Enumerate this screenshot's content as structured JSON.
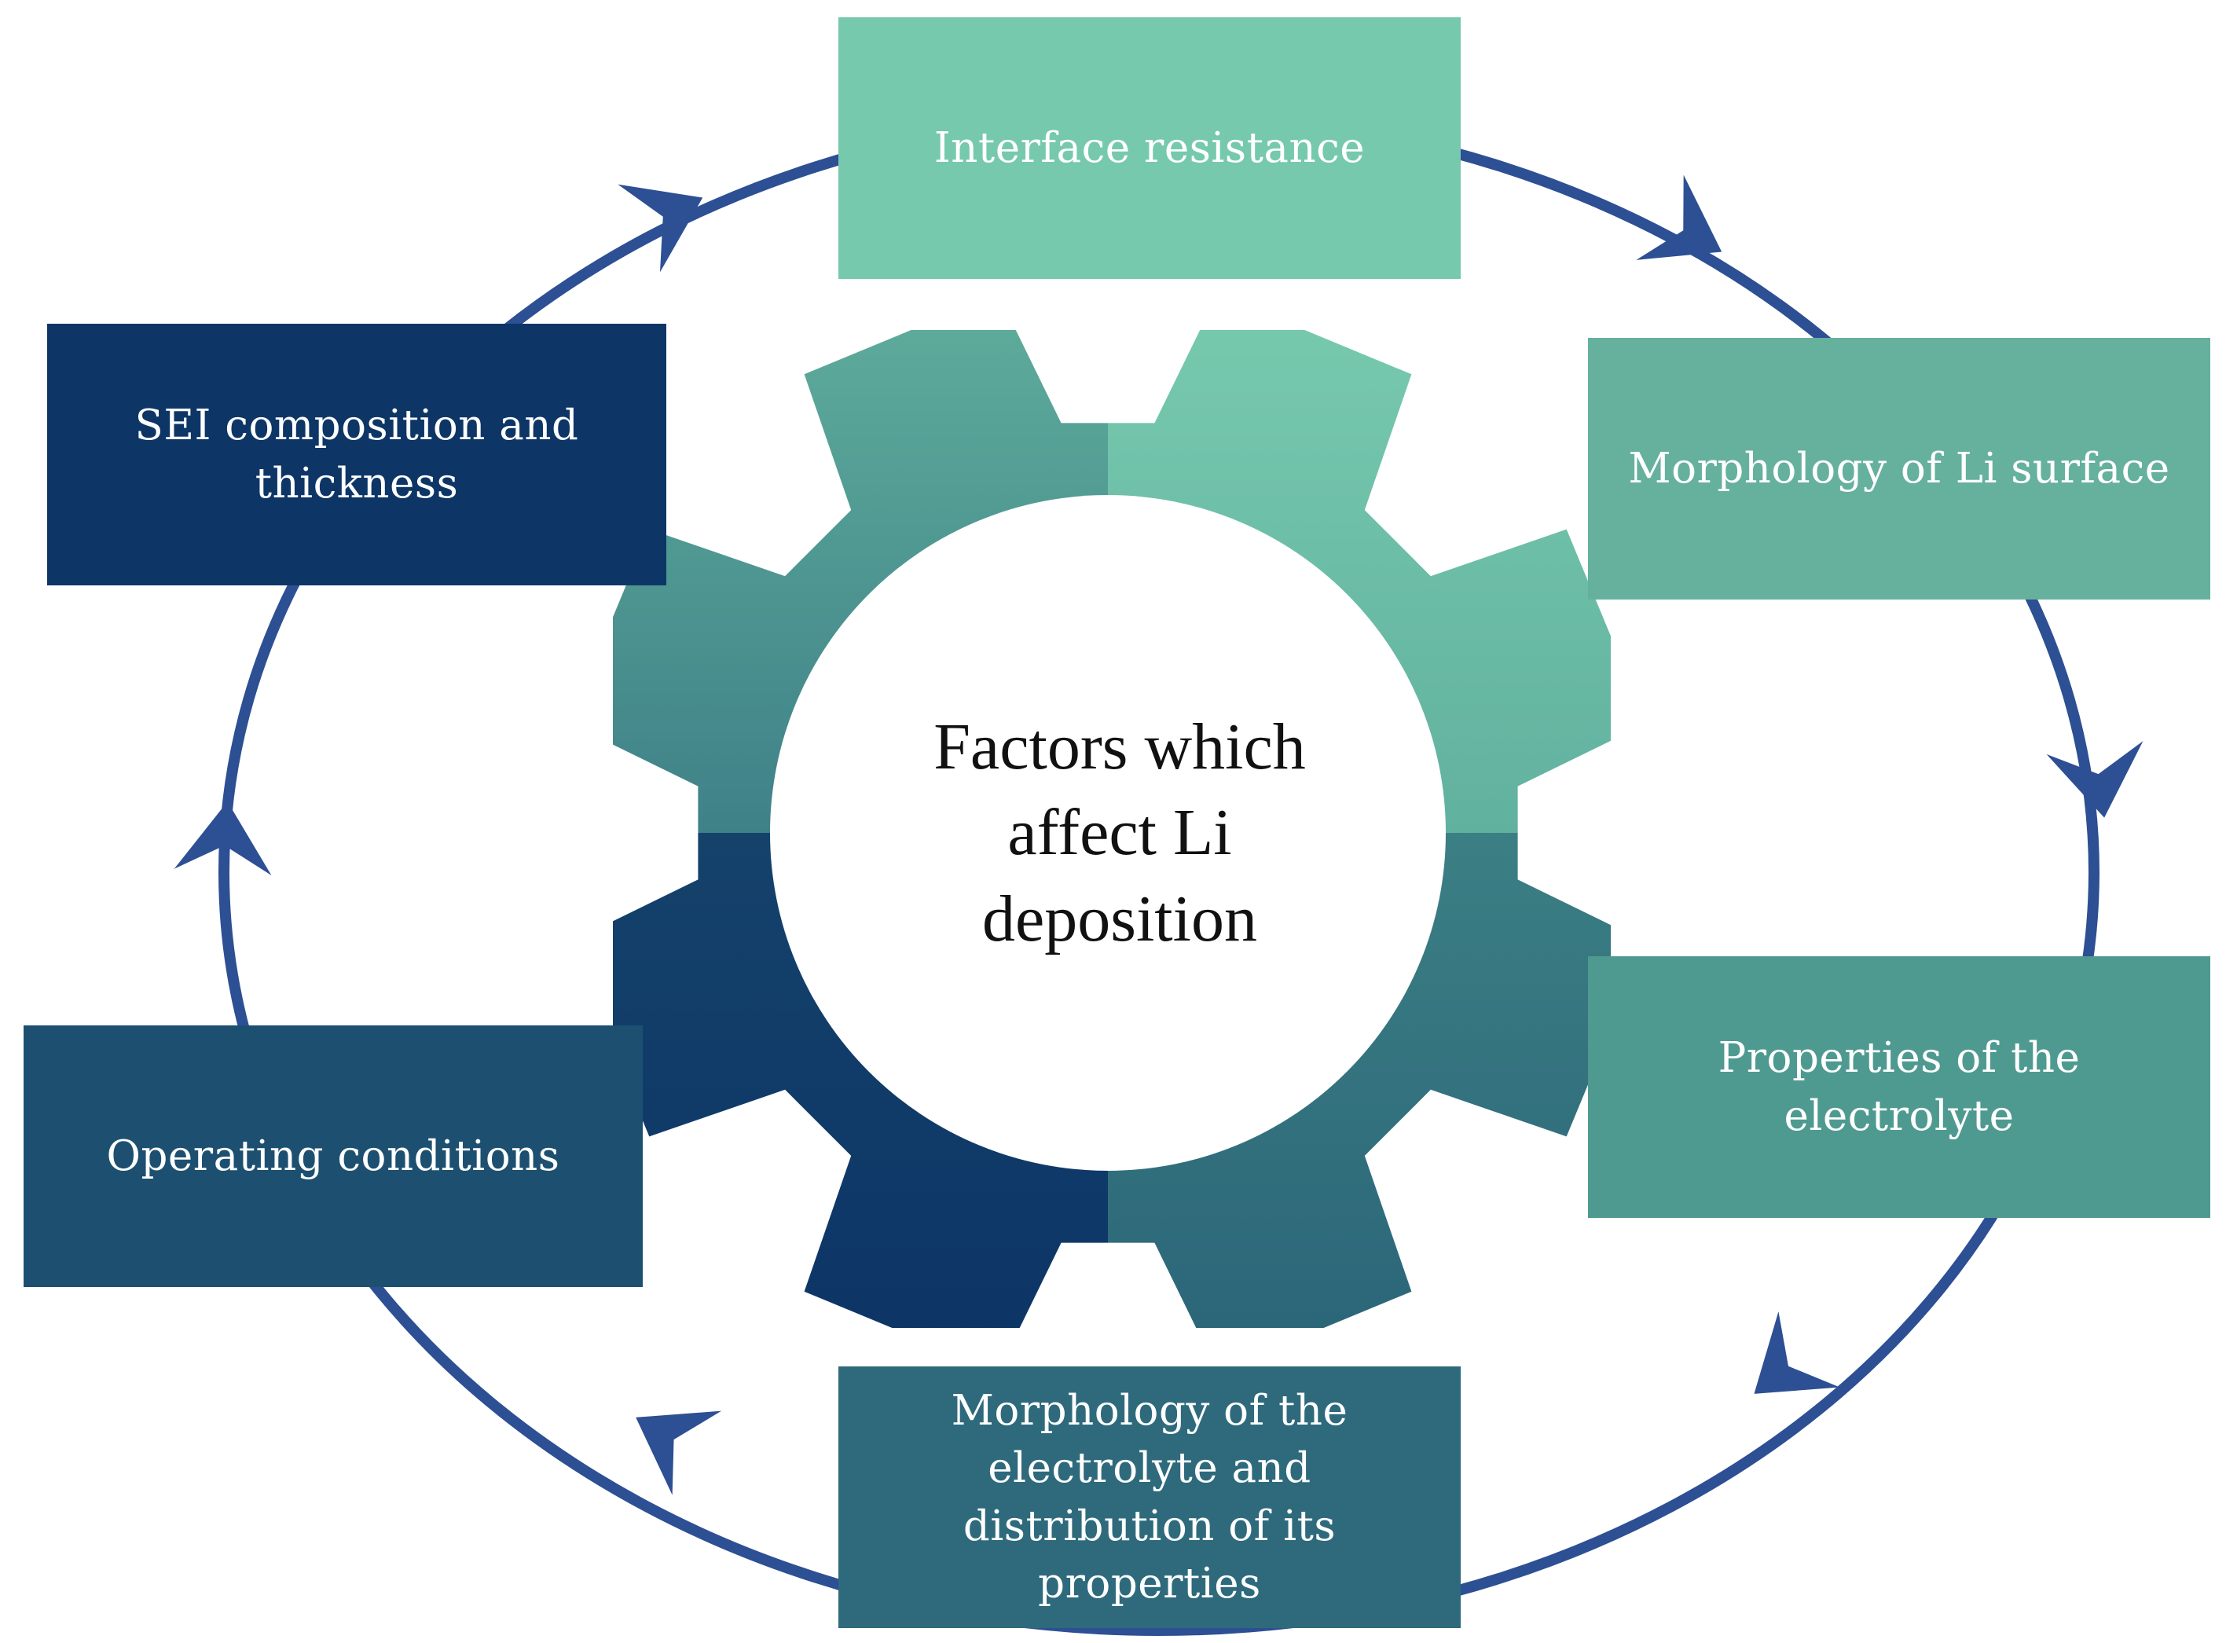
{
  "center_label": "Factors which\naffect Li\ndeposition",
  "factors": [
    {
      "id": "interface-resistance",
      "label": "Interface resistance",
      "color": "#76c9ad"
    },
    {
      "id": "morphology-li-surface",
      "label": "Morphology of Li surface",
      "color": "#66b09e"
    },
    {
      "id": "properties-electrolyte",
      "label": "Properties of the\nelectrolyte",
      "color": "#4f9a90"
    },
    {
      "id": "morphology-electrolyte",
      "label": "Morphology of the\nelectrolyte and\ndistribution of its\nproperties",
      "color": "#2e6a7c"
    },
    {
      "id": "operating-conditions",
      "label": "Operating conditions",
      "color": "#1d5070"
    },
    {
      "id": "sei-composition",
      "label": "SEI composition and\nthickness",
      "color": "#0d3666"
    }
  ],
  "colors": {
    "cycle_ring": "#2d4f93",
    "gear_light": "#76c9ad",
    "gear_mid": "#3f8a8a",
    "gear_dark": "#0d3666"
  }
}
